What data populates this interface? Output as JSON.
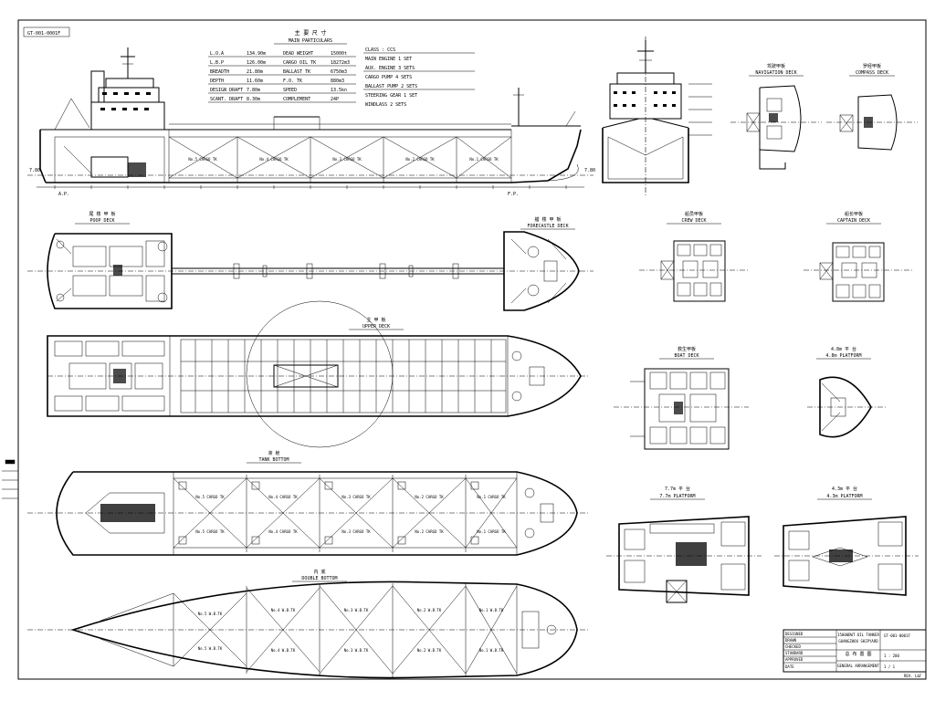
{
  "sheet": {
    "drawing_id": "GT-001-0001F",
    "corner_note": "REV. L&F"
  },
  "particulars": {
    "title_cn": "主 要 尺 寸",
    "title": "MAIN PARTICULARS",
    "rows": [
      {
        "k": "L.O.A",
        "v": "134.90m",
        "k2": "DEAD WEIGHT",
        "v2": "15000t"
      },
      {
        "k": "L.B.P",
        "v": "126.00m",
        "k2": "CARGO OIL TK",
        "v2": "18272m3"
      },
      {
        "k": "BREADTH",
        "v": "21.80m",
        "k2": "BALLAST TK",
        "v2": "6750m3"
      },
      {
        "k": "DEPTH",
        "v": "11.60m",
        "k2": "F.O. TK",
        "v2": "880m3"
      },
      {
        "k": "DESIGN DRAFT",
        "v": "7.80m",
        "k2": "SPEED",
        "v2": "13.5kn"
      },
      {
        "k": "SCANT. DRAFT",
        "v": "8.30m",
        "k2": "COMPLEMENT",
        "v2": "24P"
      }
    ],
    "notes": [
      "CLASS : CCS",
      "MAIN ENGINE 1 SET",
      "AUX. ENGINE 3 SETS",
      "CARGO PUMP 4 SETS",
      "BALLAST PUMP 2 SETS",
      "STEERING GEAR 1 SET",
      "WINDLASS 2 SETS"
    ]
  },
  "deck_labels": {
    "poop_cn": "尾 楼 甲 板",
    "poop": "POOP DECK",
    "forecastle_cn": "艏 楼 甲 板",
    "forecastle": "FORECASTLE DECK",
    "upper_cn": "主 甲 板",
    "upper": "UPPER DECK",
    "tank_cn": "液 舱",
    "tank": "TANK BOTTOM",
    "double_cn": "内 底",
    "double": "DOUBLE BOTTOM",
    "wheel_cn": "驾驶甲板",
    "wheel": "NAVIGATION DECK",
    "compass_cn": "罗经甲板",
    "compass": "COMPASS DECK",
    "crew_cn": "船员甲板",
    "crew": "CREW DECK",
    "captain_cn": "船长甲板",
    "captain": "CAPTAIN DECK",
    "boat_cn": "救生甲板",
    "boat": "BOAT DECK",
    "plat48_cn": "4.8m 平 台",
    "plat48": "4.8m PLATFORM",
    "plat77_cn": "7.7m 平 台",
    "plat77": "7.7m PLATFORM",
    "plat43_cn": "4.3m 平 台",
    "plat43": "4.3m PLATFORM"
  },
  "tanks": {
    "upper_row": [
      "No.5 CARGO TK",
      "No.4 CARGO TK",
      "No.3 CARGO TK",
      "No.2 CARGO TK",
      "No.1 CARGO TK"
    ],
    "lower_row": [
      "No.5 W.B.TK",
      "No.4 W.B.TK",
      "No.3 W.B.TK",
      "No.2 W.B.TK",
      "No.1 W.B.TK"
    ]
  },
  "profile_marks": {
    "aft_draft": "7.80",
    "fwd_draft": "7.80",
    "ap": "A.P.",
    "fp": "F.P."
  },
  "title_block": {
    "company": "GUANGZHOU SHIPYARD",
    "project": "15000DWT OIL TANKER",
    "drawing_cn": "总 布 置 图",
    "drawing": "GENERAL ARRANGEMENT",
    "drawing_no": "GT-001-0001F",
    "rows": [
      "DESIGNED",
      "DRAWN",
      "CHECKED",
      "STANDARD",
      "APPROVED",
      "DATE"
    ],
    "scale": "1 : 200",
    "sheet": "1 / 1"
  }
}
